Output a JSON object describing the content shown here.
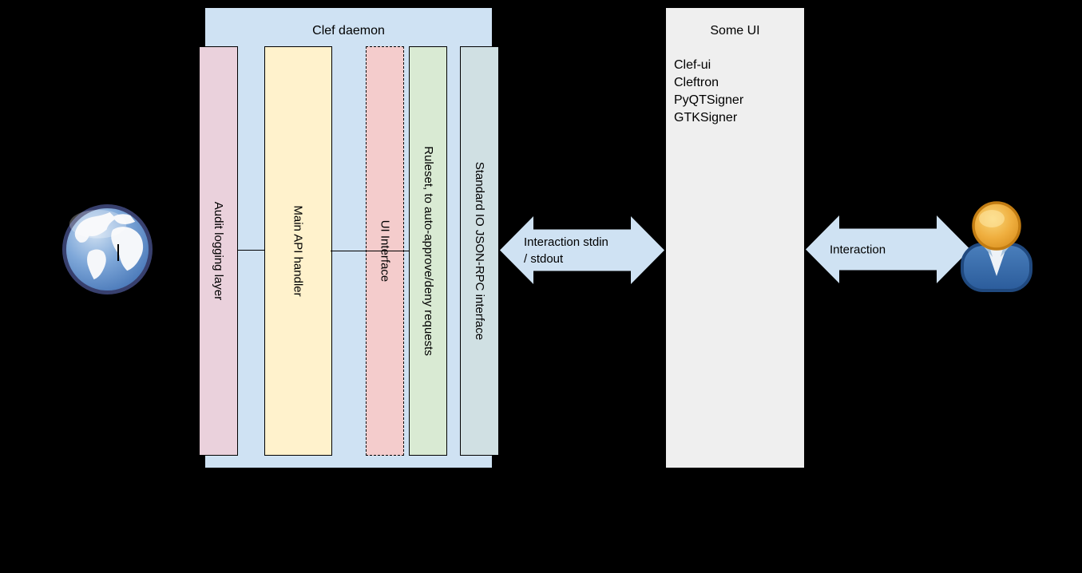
{
  "canvas": {
    "background": "#000000"
  },
  "clef_daemon": {
    "title": "Clef daemon",
    "fill": "#cfe2f3",
    "bars": [
      {
        "label": "Audit logging layer",
        "fill": "#ead1dc",
        "border": "solid"
      },
      {
        "label": "Main API handler",
        "fill": "#fff2cc",
        "border": "solid"
      },
      {
        "label": "UI Interface",
        "fill": "#f4cccc",
        "border": "dashed"
      },
      {
        "label": "Ruleset, to auto-approve/deny requests",
        "fill": "#d9ead3",
        "border": "solid"
      },
      {
        "label": "Standard IO JSON-RPC interface",
        "fill": "#d0e0e3",
        "border": "solid"
      }
    ]
  },
  "some_ui": {
    "title": "Some UI",
    "fill": "#efefef",
    "items": [
      "Clef-ui",
      "Cleftron",
      "PyQTSigner",
      "GTKSigner"
    ]
  },
  "arrows": {
    "stdio": {
      "line1": "Interaction stdin",
      "line2": "/ stdout",
      "fill": "#cfe2f3"
    },
    "user": {
      "line1": "Interaction",
      "fill": "#cfe2f3"
    }
  },
  "icons": {
    "globe": "globe-icon",
    "user": "user-icon"
  }
}
